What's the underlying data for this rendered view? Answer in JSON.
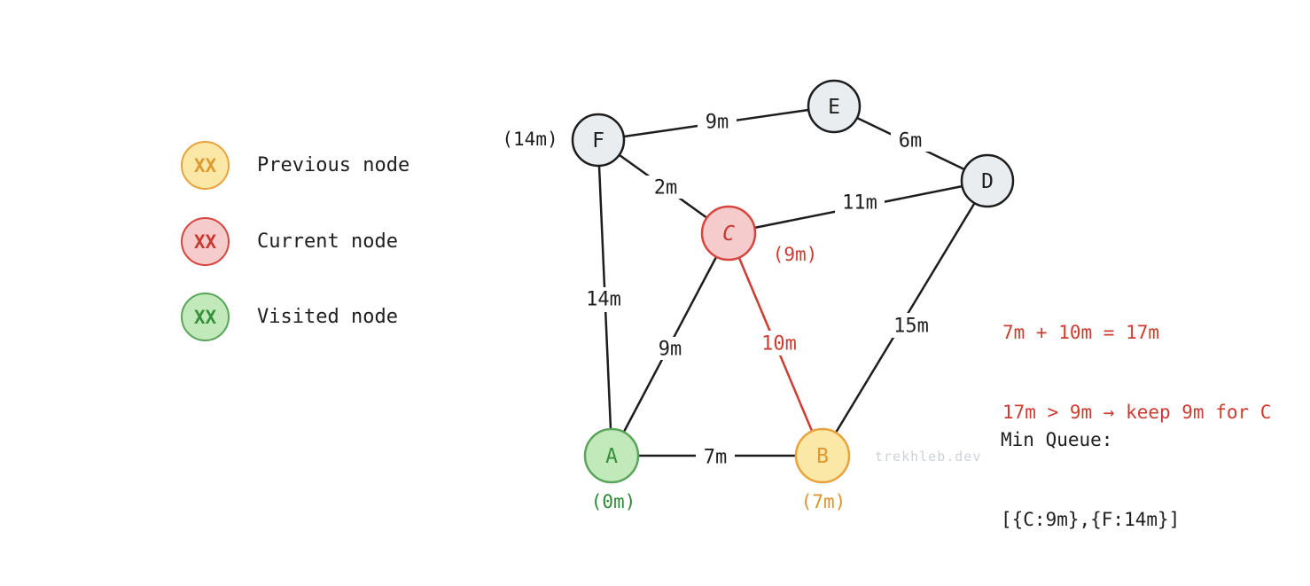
{
  "legend": {
    "items": [
      {
        "symbol": "XX",
        "label": "Previous node",
        "state": "previous"
      },
      {
        "symbol": "XX",
        "label": "Current node",
        "state": "current"
      },
      {
        "symbol": "XX",
        "label": "Visited node",
        "state": "visited"
      }
    ]
  },
  "graph": {
    "nodes": [
      {
        "id": "A",
        "label": "A",
        "distance": "(0m)",
        "state": "visited"
      },
      {
        "id": "B",
        "label": "B",
        "distance": "(7m)",
        "state": "previous"
      },
      {
        "id": "C",
        "label": "C",
        "distance": "(9m)",
        "state": "current"
      },
      {
        "id": "D",
        "label": "D",
        "state": "default"
      },
      {
        "id": "E",
        "label": "E",
        "state": "default"
      },
      {
        "id": "F",
        "label": "F",
        "distance": "(14m)",
        "state": "default"
      }
    ],
    "edges": [
      {
        "from": "F",
        "to": "E",
        "weight": "9m",
        "highlighted": false
      },
      {
        "from": "E",
        "to": "D",
        "weight": "6m",
        "highlighted": false
      },
      {
        "from": "F",
        "to": "C",
        "weight": "2m",
        "highlighted": false
      },
      {
        "from": "C",
        "to": "D",
        "weight": "11m",
        "highlighted": false
      },
      {
        "from": "F",
        "to": "A",
        "weight": "14m",
        "highlighted": false
      },
      {
        "from": "A",
        "to": "C",
        "weight": "9m",
        "highlighted": false
      },
      {
        "from": "C",
        "to": "B",
        "weight": "10m",
        "highlighted": true
      },
      {
        "from": "B",
        "to": "D",
        "weight": "15m",
        "highlighted": false
      },
      {
        "from": "A",
        "to": "B",
        "weight": "7m",
        "highlighted": false
      }
    ]
  },
  "annotation": {
    "line1": "7m + 10m = 17m",
    "line2": "17m > 9m → keep 9m for C"
  },
  "min_queue": {
    "title": "Min Queue:",
    "value": "[{C:9m},{F:14m}]"
  },
  "watermark": "trekhleb.dev",
  "colors": {
    "previous_border": "#e8a33d",
    "previous_fill": "#fbe7a6",
    "current_border": "#d64540",
    "current_fill": "#f5cccb",
    "visited_border": "#58a55b",
    "visited_fill": "#c2e9ba",
    "default_border": "#1d1d1d",
    "default_fill": "#e9edf0",
    "highlight_red": "#ce3b31",
    "text_black": "#1e1e1e"
  }
}
